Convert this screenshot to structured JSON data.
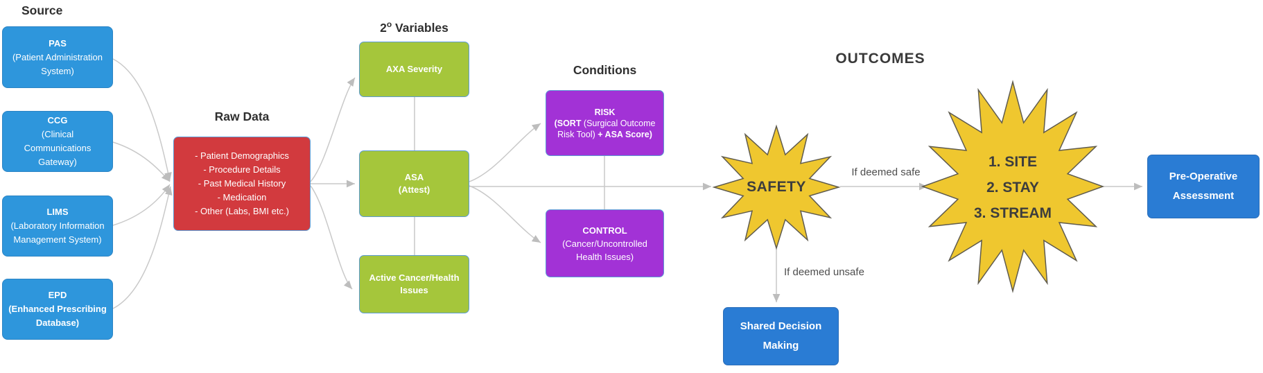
{
  "headings": {
    "source": "Source",
    "raw_data": "Raw Data",
    "variables_prefix": "2",
    "variables_sup": "o",
    "variables_rest": " Variables",
    "conditions": "Conditions",
    "outcomes": "OUTCOMES"
  },
  "sources": [
    {
      "acronym": "PAS",
      "full": "(Patient Administration System)"
    },
    {
      "acronym": "CCG",
      "full": "(Clinical Communications Gateway)"
    },
    {
      "acronym": "LIMS",
      "full": "(Laboratory Information Management System)"
    },
    {
      "acronym": "EPD",
      "full": "(Enhanced Prescribing Database)"
    }
  ],
  "raw_data_items": [
    "- Patient Demographics",
    "- Procedure Details",
    "- Past Medical History",
    "- Medication",
    "- Other (Labs, BMI etc.)"
  ],
  "variables": {
    "axa": "AXA Severity",
    "asa_title": "ASA",
    "asa_sub": "(Attest)",
    "cancer": "Active Cancer/Health Issues"
  },
  "conditions": {
    "risk_title": "RISK",
    "risk_bold1": "(SORT",
    "risk_regular": " (Surgical Outcome Risk Tool) ",
    "risk_bold2": "+ ASA Score)",
    "control_title": "CONTROL",
    "control_sub": "(Cancer/Uncontrolled Health Issues)"
  },
  "outcomes": {
    "safety": "SAFETY",
    "star_lines": [
      "1. SITE",
      "2. STAY",
      "3. STREAM"
    ],
    "if_safe": "If deemed safe",
    "if_unsafe": "If deemed unsafe",
    "preop": "Pre-Operative Assessment",
    "sdm": "Shared Decision Making"
  },
  "colors": {
    "source_blue": "#2E96DC",
    "outcome_blue": "#2A7CD4",
    "raw_red": "#D23A3E",
    "variable_green": "#A5C63B",
    "condition_purple": "#A232D6",
    "star_yellow": "#EFC72F",
    "connector_gray": "#C9C9C9"
  }
}
